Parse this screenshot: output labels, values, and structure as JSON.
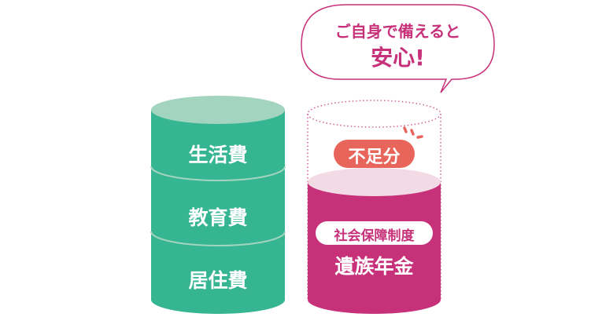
{
  "colors": {
    "green": "#35b592",
    "green_top": "#a3d4bf",
    "pink": "#c7317a",
    "pink_top": "#f2dbe5",
    "badge": "#e8655c"
  },
  "left_cylinder": {
    "segments": [
      "生活費",
      "教育費",
      "居住費"
    ]
  },
  "right_cylinder": {
    "shortfall_badge": "不足分",
    "pill_label": "社会保障制度",
    "main_label": "遺族年金"
  },
  "speech_bubble": {
    "line1": "ご自身で備えると",
    "line2": "安心!"
  }
}
